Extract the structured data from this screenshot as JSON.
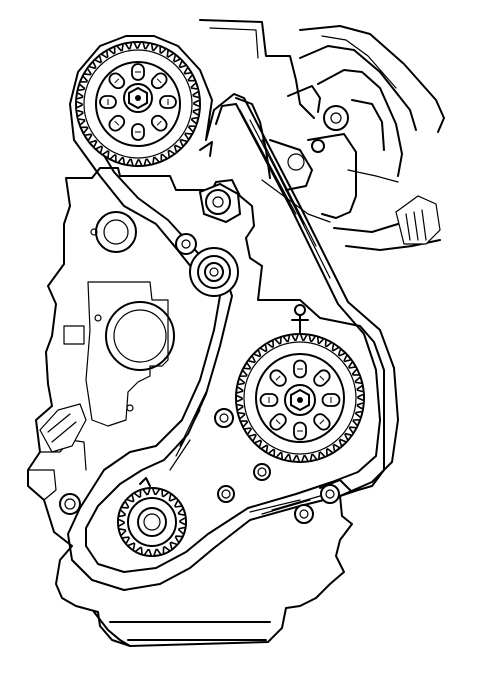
{
  "diagram": {
    "kind": "engine timing belt layout",
    "components": [
      {
        "id": "upper-camshaft-sprocket",
        "icon": "gear-icon"
      },
      {
        "id": "lower-camshaft-sprocket",
        "icon": "gear-icon"
      },
      {
        "id": "crankshaft-sprocket",
        "icon": "gear-icon"
      },
      {
        "id": "belt-tensioner",
        "icon": "pulley-icon"
      },
      {
        "id": "timing-belt",
        "icon": "belt-icon"
      },
      {
        "id": "engine-block",
        "icon": "engine-icon"
      }
    ],
    "colors": {
      "ink": "#000000",
      "paper": "#ffffff"
    }
  }
}
